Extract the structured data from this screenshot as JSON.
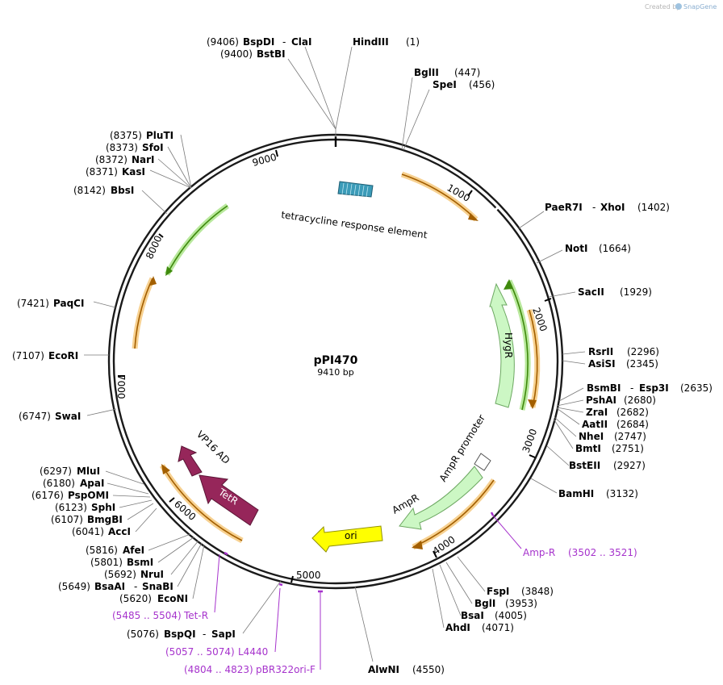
{
  "credit": {
    "prefix": "Created by",
    "brand": "SnapGene"
  },
  "plasmid": {
    "name": "pPI470",
    "length": "9410 bp"
  },
  "ticks": [
    "1000",
    "2000",
    "3000",
    "4000",
    "5000",
    "6000",
    "7000",
    "8000",
    "9000"
  ],
  "sites": [
    {
      "pos": "(9406)",
      "name": "BspDI",
      "name2": "ClaI"
    },
    {
      "pos": "(9400)",
      "name": "BstBI"
    },
    {
      "pos": "(1)",
      "name": "HindIII"
    },
    {
      "pos": "(447)",
      "name": "BglII"
    },
    {
      "pos": "(456)",
      "name": "SpeI"
    },
    {
      "pos": "(1402)",
      "name": "PaeR7I",
      "name2": "XhoI"
    },
    {
      "pos": "(1664)",
      "name": "NotI"
    },
    {
      "pos": "(1929)",
      "name": "SacII"
    },
    {
      "pos": "(2296)",
      "name": "RsrII"
    },
    {
      "pos": "(2345)",
      "name": "AsiSI"
    },
    {
      "pos": "(2635)",
      "name": "BsmBI",
      "name2": "Esp3I"
    },
    {
      "pos": "(2680)",
      "name": "PshAI"
    },
    {
      "pos": "(2682)",
      "name": "ZraI"
    },
    {
      "pos": "(2684)",
      "name": "AatII"
    },
    {
      "pos": "(2747)",
      "name": "NheI"
    },
    {
      "pos": "(2751)",
      "name": "BmtI"
    },
    {
      "pos": "(2927)",
      "name": "BstEII"
    },
    {
      "pos": "(3132)",
      "name": "BamHI"
    },
    {
      "pos": "(3848)",
      "name": "FspI"
    },
    {
      "pos": "(3953)",
      "name": "BglI"
    },
    {
      "pos": "(4005)",
      "name": "BsaI"
    },
    {
      "pos": "(4071)",
      "name": "AhdI"
    },
    {
      "pos": "(4550)",
      "name": "AlwNI"
    },
    {
      "pos": "(5076)",
      "name": "BspQI",
      "name2": "SapI"
    },
    {
      "pos": "(5620)",
      "name": "EcoNI"
    },
    {
      "pos": "(5649)",
      "name": "BsaAI",
      "name2": "SnaBI"
    },
    {
      "pos": "(5692)",
      "name": "NruI"
    },
    {
      "pos": "(5801)",
      "name": "BsmI"
    },
    {
      "pos": "(5816)",
      "name": "AfeI"
    },
    {
      "pos": "(6041)",
      "name": "AccI"
    },
    {
      "pos": "(6107)",
      "name": "BmgBI"
    },
    {
      "pos": "(6123)",
      "name": "SphI"
    },
    {
      "pos": "(6176)",
      "name": "PspOMI"
    },
    {
      "pos": "(6180)",
      "name": "ApaI"
    },
    {
      "pos": "(6297)",
      "name": "MluI"
    },
    {
      "pos": "(6747)",
      "name": "SwaI"
    },
    {
      "pos": "(7107)",
      "name": "EcoRI"
    },
    {
      "pos": "(7421)",
      "name": "PaqCI"
    },
    {
      "pos": "(8142)",
      "name": "BbsI"
    },
    {
      "pos": "(8371)",
      "name": "KasI"
    },
    {
      "pos": "(8372)",
      "name": "NarI"
    },
    {
      "pos": "(8373)",
      "name": "SfoI"
    },
    {
      "pos": "(8375)",
      "name": "PluTI"
    }
  ],
  "primers": [
    {
      "range": "(3502 .. 3521)",
      "name": "Amp-R"
    },
    {
      "range": "(5485 .. 5504)",
      "name": "Tet-R"
    },
    {
      "range": "(5057 .. 5074)",
      "name": "L4440"
    },
    {
      "range": "(4804 .. 4823)",
      "name": "pBR322ori-F"
    }
  ],
  "features": {
    "tre": "tetracycline response element",
    "hygr": "HygR",
    "ampr_promoter": "AmpR promoter",
    "ampr": "AmpR",
    "ori": "ori",
    "vp16": "VP16 AD",
    "tetr": "TetR"
  },
  "colors": {
    "backbone": "#1a1a1a",
    "orf_orange": "#f0a93a",
    "orf_green": "#53b312",
    "hygr_fill": "#ccf7c4",
    "ori_fill": "#ffff00",
    "tetr_fill": "#96265a",
    "primer": "#a633cc",
    "tre_fill": "#3b9bb8"
  }
}
